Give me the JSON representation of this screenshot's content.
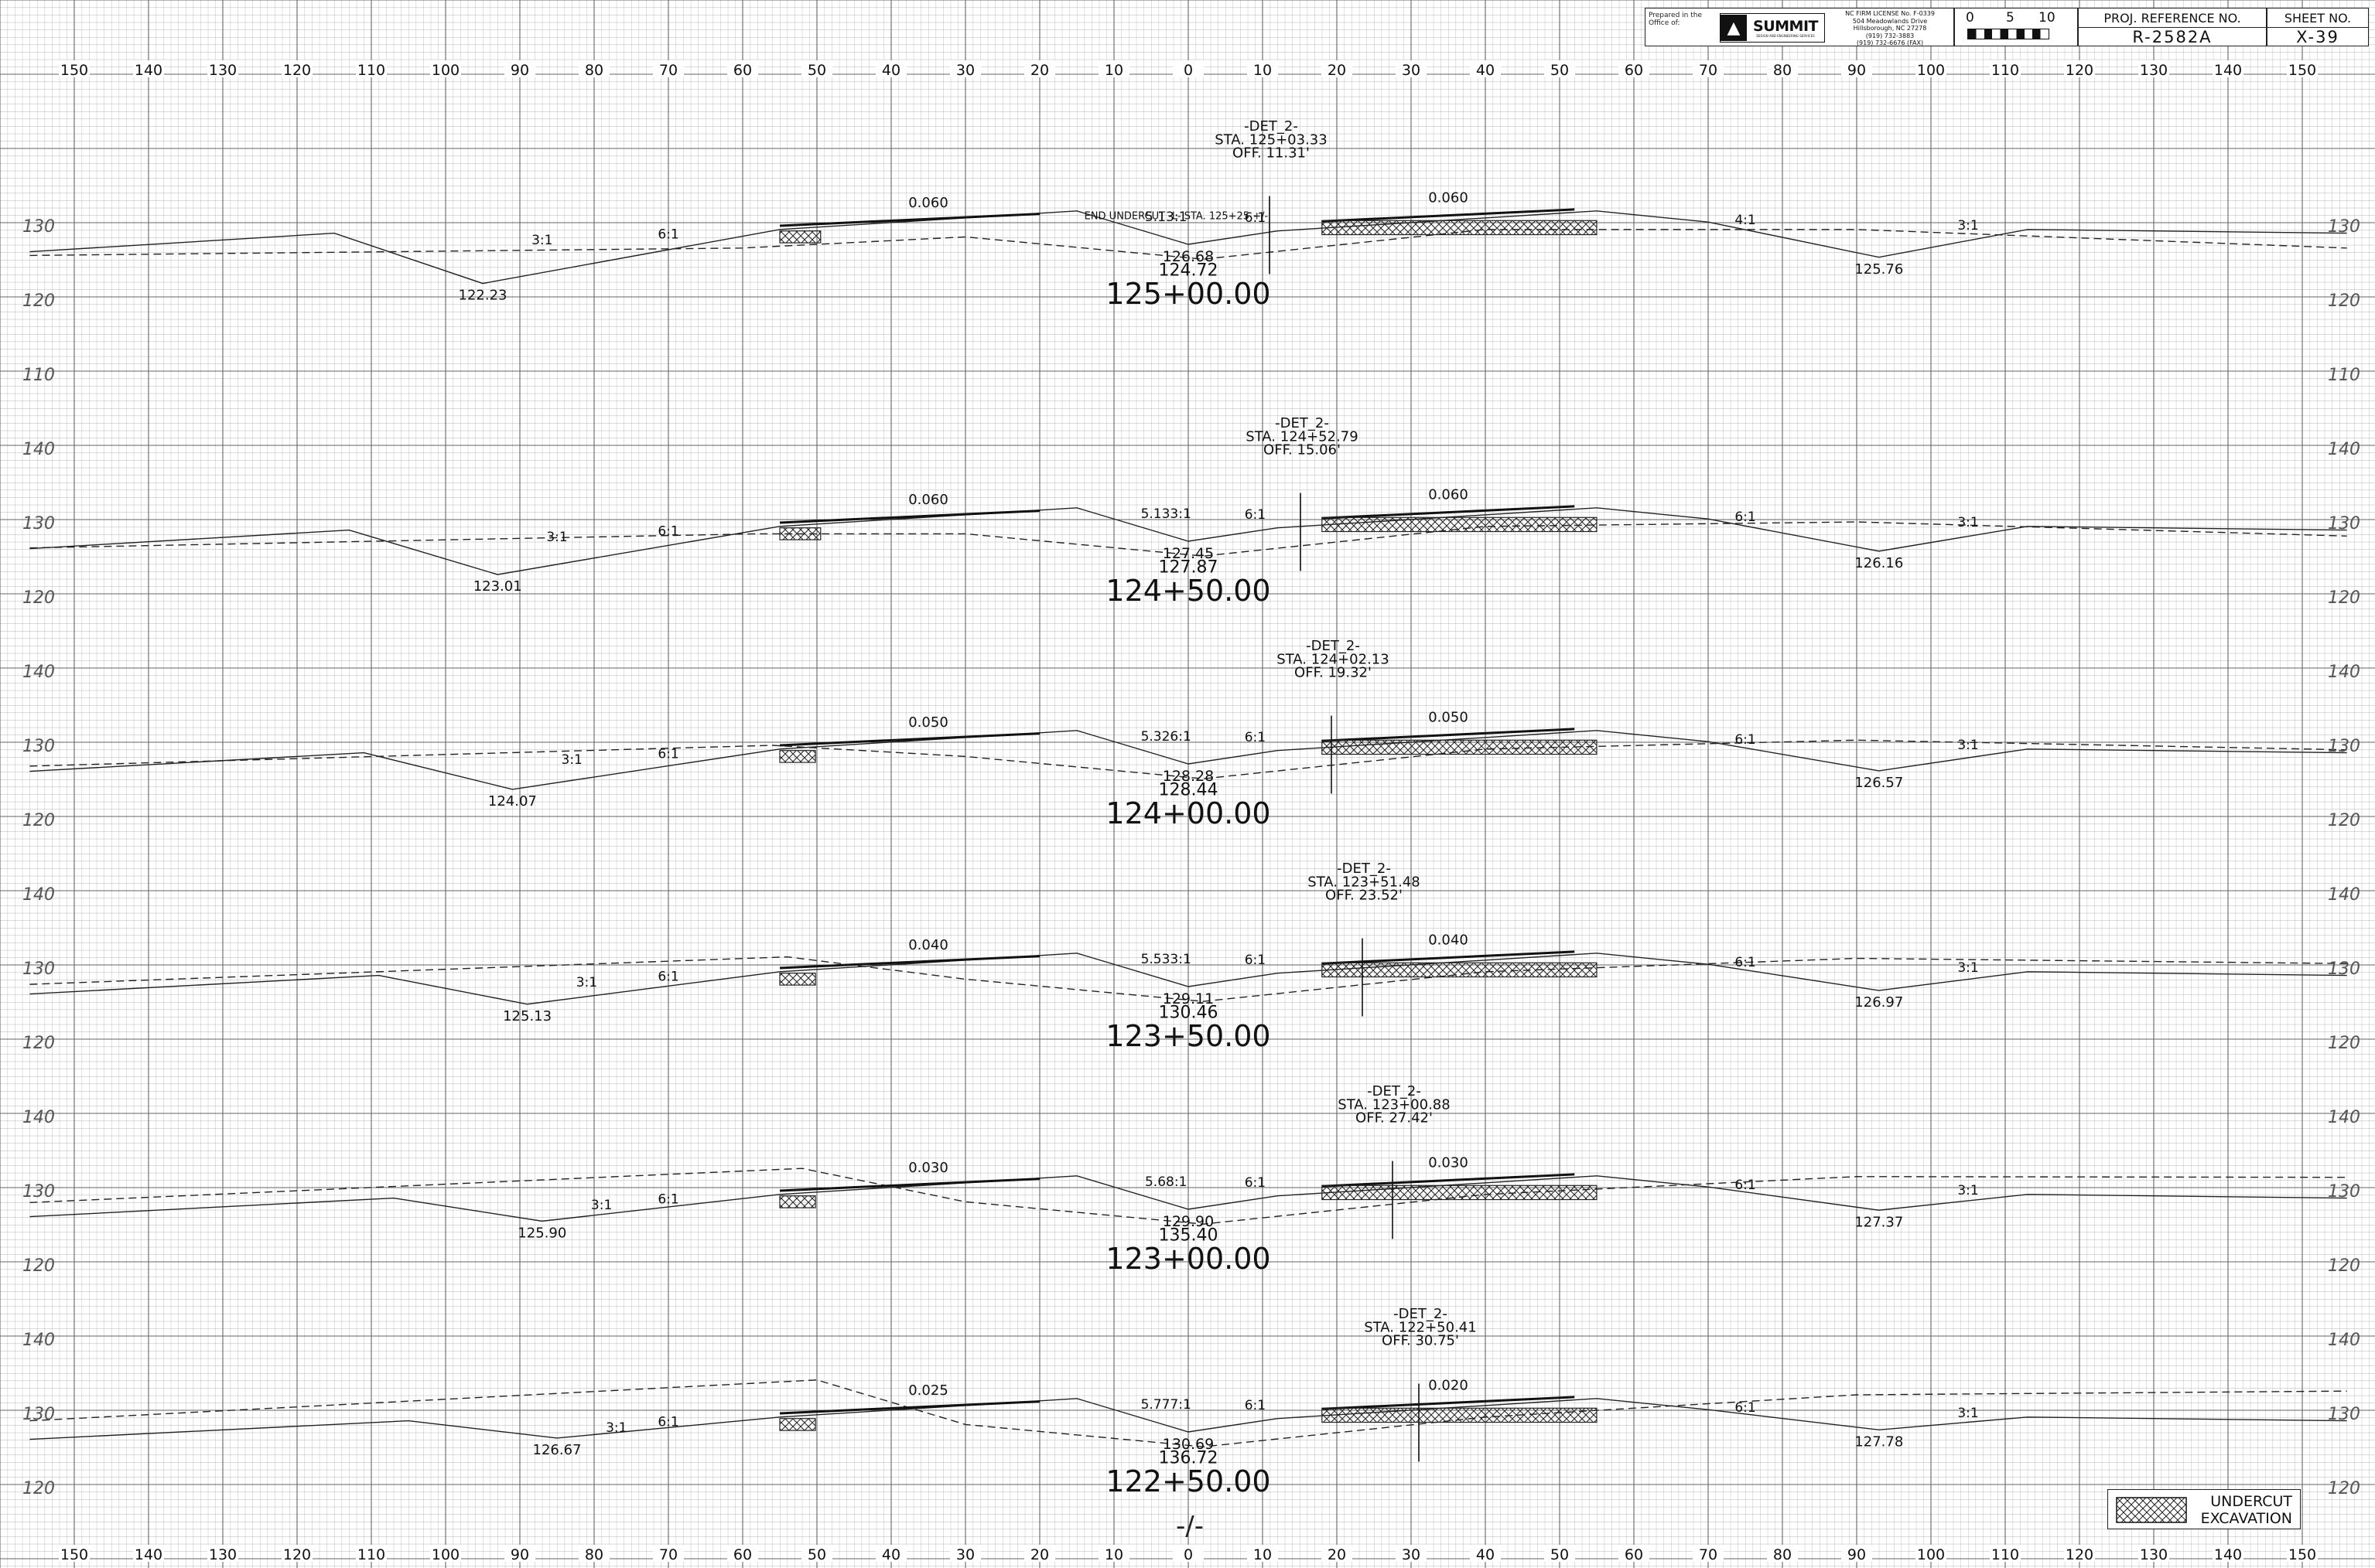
{
  "title_block": {
    "prepared_label": "Prepared in the Office of:",
    "firm_name": "SUMMIT",
    "firm_sub": "DESIGN AND ENGINEERING SERVICES",
    "license": "NC FIRM LICENSE No. F-0339",
    "address_1": "504 Meadowlands Drive",
    "address_2": "Hillsborough, NC 27278",
    "phone": "(919) 732-3883",
    "fax": "(919) 732-6676 (FAX)",
    "scale_labels": [
      "0",
      "5",
      "10"
    ],
    "proj_ref_label": "PROJ. REFERENCE NO.",
    "proj_ref_value": "R-2582A",
    "sheet_label": "SHEET NO.",
    "sheet_value": "X-39"
  },
  "offset_labels": [
    "150",
    "140",
    "130",
    "120",
    "110",
    "100",
    "90",
    "80",
    "70",
    "60",
    "50",
    "40",
    "30",
    "20",
    "10",
    "0",
    "10",
    "20",
    "30",
    "40",
    "50",
    "60",
    "70",
    "80",
    "90",
    "100",
    "110",
    "120",
    "130",
    "140",
    "150"
  ],
  "legend": {
    "label_1": "UNDERCUT",
    "label_2": "EXCAVATION"
  },
  "break_mark": "-/-",
  "sections": [
    {
      "station": "125+00.00",
      "det_label": "-DET_2-",
      "det_sta": "STA. 125+03.33",
      "det_off": "OFF. 11.31'",
      "elev_labels": [
        "130",
        "120",
        "110"
      ],
      "slope_left": "0.060",
      "slope_right": "0.060",
      "ratios": [
        "3:1",
        "6:1",
        "5.13:1",
        "6:1",
        "4:1",
        "3:1"
      ],
      "elev_left": "122.23",
      "elev_right": "125.76",
      "elev_center_1": "126.68",
      "elev_center_2": "124.72",
      "note": "END UNDERCUT -L- STA. 125+25 +/-"
    },
    {
      "station": "124+50.00",
      "det_label": "-DET_2-",
      "det_sta": "STA. 124+52.79",
      "det_off": "OFF. 15.06'",
      "elev_labels": [
        "140",
        "130",
        "120"
      ],
      "slope_left": "0.060",
      "slope_right": "0.060",
      "ratios": [
        "3:1",
        "6:1",
        "5.133:1",
        "6:1",
        "6:1",
        "3:1"
      ],
      "elev_left": "123.01",
      "elev_right": "126.16",
      "elev_center_1": "127.45",
      "elev_center_2": "127.87",
      "note": ""
    },
    {
      "station": "124+00.00",
      "det_label": "-DET_2-",
      "det_sta": "STA. 124+02.13",
      "det_off": "OFF. 19.32'",
      "elev_labels": [
        "140",
        "130",
        "120"
      ],
      "slope_left": "0.050",
      "slope_right": "0.050",
      "ratios": [
        "3:1",
        "6:1",
        "5.326:1",
        "6:1",
        "6:1",
        "3:1"
      ],
      "elev_left": "124.07",
      "elev_right": "126.57",
      "elev_center_1": "128.28",
      "elev_center_2": "128.44",
      "note": ""
    },
    {
      "station": "123+50.00",
      "det_label": "-DET_2-",
      "det_sta": "STA. 123+51.48",
      "det_off": "OFF. 23.52'",
      "elev_labels": [
        "140",
        "130",
        "120"
      ],
      "slope_left": "0.040",
      "slope_right": "0.040",
      "ratios": [
        "3:1",
        "6:1",
        "5.533:1",
        "6:1",
        "6:1",
        "3:1"
      ],
      "elev_left": "125.13",
      "elev_right": "126.97",
      "elev_center_1": "129.11",
      "elev_center_2": "130.46",
      "note": ""
    },
    {
      "station": "123+00.00",
      "det_label": "-DET_2-",
      "det_sta": "STA. 123+00.88",
      "det_off": "OFF. 27.42'",
      "elev_labels": [
        "140",
        "130",
        "120"
      ],
      "slope_left": "0.030",
      "slope_right": "0.030",
      "ratios": [
        "3:1",
        "6:1",
        "5.68:1",
        "6:1",
        "6:1",
        "3:1"
      ],
      "elev_left": "125.90",
      "elev_right": "127.37",
      "elev_center_1": "129.90",
      "elev_center_2": "135.40",
      "note": ""
    },
    {
      "station": "122+50.00",
      "det_label": "-DET_2-",
      "det_sta": "STA. 122+50.41",
      "det_off": "OFF. 30.75'",
      "elev_labels": [
        "140",
        "130",
        "120"
      ],
      "slope_left": "0.025",
      "slope_right": "0.020",
      "ratios": [
        "3:1",
        "6:1",
        "5.777:1",
        "6:1",
        "6:1",
        "3:1"
      ],
      "elev_left": "126.67",
      "elev_right": "127.78",
      "elev_center_1": "130.69",
      "elev_center_2": "136.72",
      "note": ""
    }
  ]
}
